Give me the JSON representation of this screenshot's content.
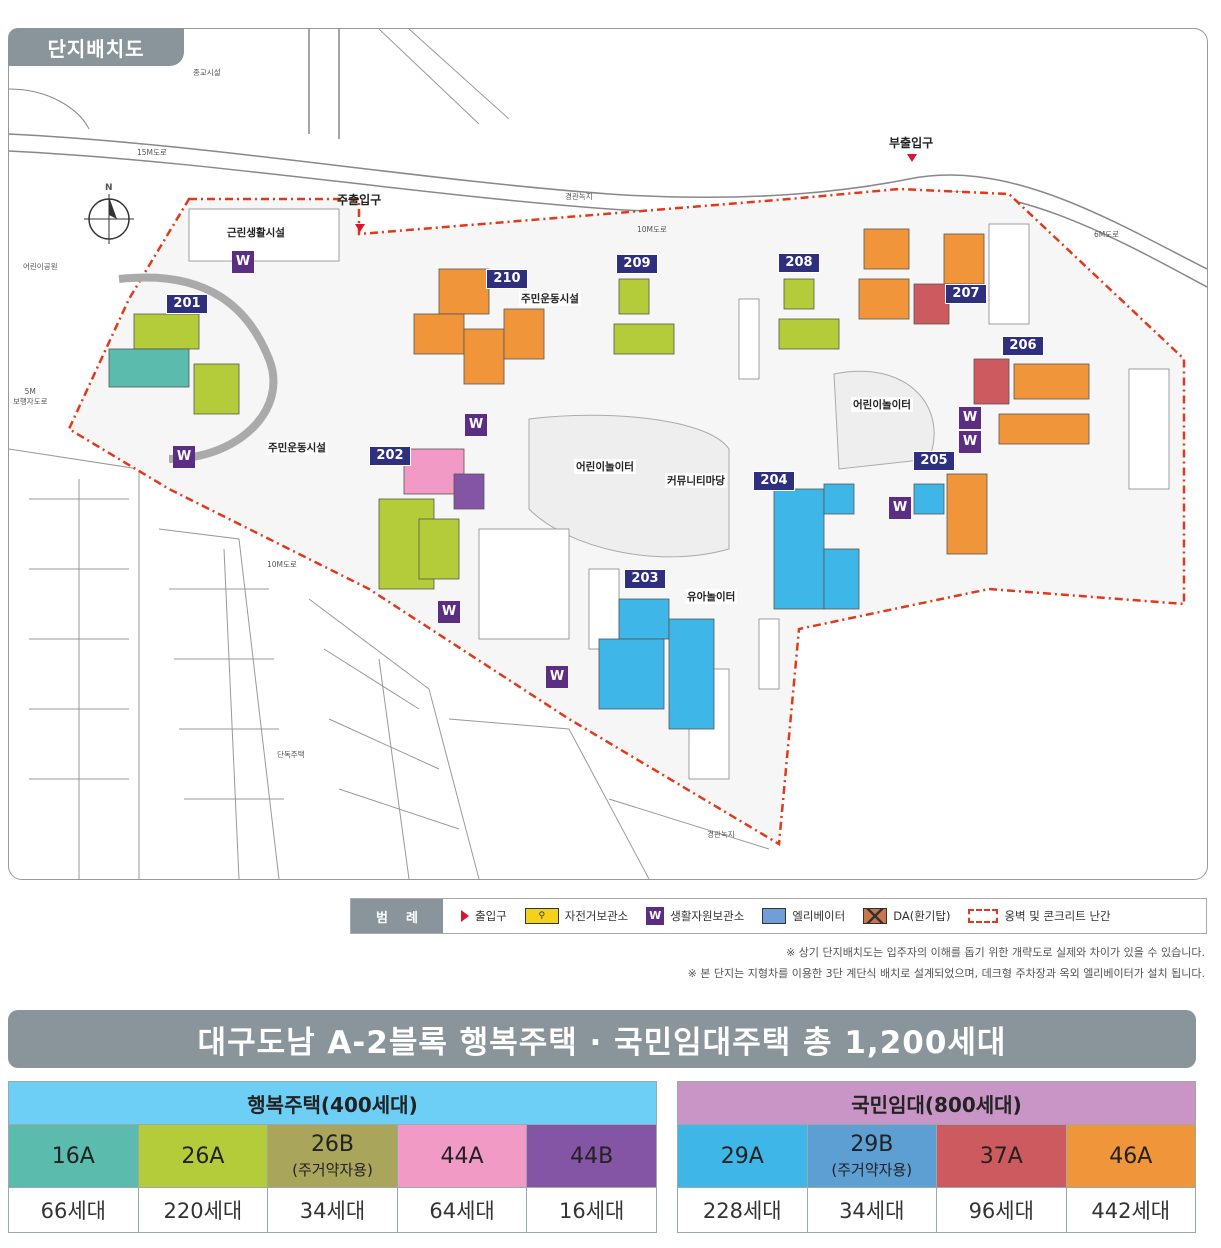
{
  "map": {
    "title": "단지배치도",
    "labels": {
      "religious": "종교시설",
      "road15": "15M도로",
      "road10_top": "10M도로",
      "road10_bottom": "10M도로",
      "road6": "6M도로",
      "greenbelt_top": "경관녹지",
      "greenbelt_bottom": "경관녹지",
      "kids_park": "어린이공원",
      "ped_road": "5M\n보행자도로",
      "detached": "단독주택",
      "north": "N"
    },
    "entrances": {
      "main": "주출입구",
      "sub": "부출입구"
    },
    "places": {
      "neighborhood": "근린생활시설",
      "gym1": "주민운동시설",
      "gym2": "주민운동시설",
      "play1": "어린이놀이터",
      "play2": "어린이놀이터",
      "toddler": "유아놀이터",
      "community": "커뮤니티마당"
    },
    "blocks": [
      "201",
      "202",
      "203",
      "204",
      "205",
      "206",
      "207",
      "208",
      "209",
      "210"
    ]
  },
  "legend": {
    "title": "범례",
    "items": [
      "출입구",
      "자전거보관소",
      "생활자원보관소",
      "엘리베이터",
      "DA(환기탑)",
      "옹벽 및 콘크리트 난간"
    ],
    "w_letter": "W"
  },
  "notes": [
    "※ 상기 단지배치도는 입주자의 이해를 돕기 위한 개략도로 실제와 차이가 있을 수 있습니다.",
    "※ 본 단지는 지형차를 이용한 3단 계단식 배치로 설계되었으며, 데크형 주차장과 옥외 엘리베이터가 설치 됩니다."
  ],
  "banner": "대구도남 A-2블록 행복주택 · 국민임대주택 총 1,200세대",
  "happy": {
    "title": "행복주택(400세대)",
    "color": "#6dcff6",
    "types": [
      {
        "name": "16A",
        "sub": "",
        "count": "66세대",
        "color": "#5bbcad"
      },
      {
        "name": "26A",
        "sub": "",
        "count": "220세대",
        "color": "#b5cc3a"
      },
      {
        "name": "26B",
        "sub": "(주거약자용)",
        "count": "34세대",
        "color": "#a9a65c"
      },
      {
        "name": "44A",
        "sub": "",
        "count": "64세대",
        "color": "#f29ac6"
      },
      {
        "name": "44B",
        "sub": "",
        "count": "16세대",
        "color": "#8455a5"
      }
    ]
  },
  "national": {
    "title": "국민임대(800세대)",
    "color": "#c994c6",
    "types": [
      {
        "name": "29A",
        "sub": "",
        "count": "228세대",
        "color": "#3fb6e8"
      },
      {
        "name": "29B",
        "sub": "(주거약자용)",
        "count": "34세대",
        "color": "#5d9fd3"
      },
      {
        "name": "37A",
        "sub": "",
        "count": "96세대",
        "color": "#cc5a5e"
      },
      {
        "name": "46A",
        "sub": "",
        "count": "442세대",
        "color": "#f0953a"
      }
    ]
  }
}
